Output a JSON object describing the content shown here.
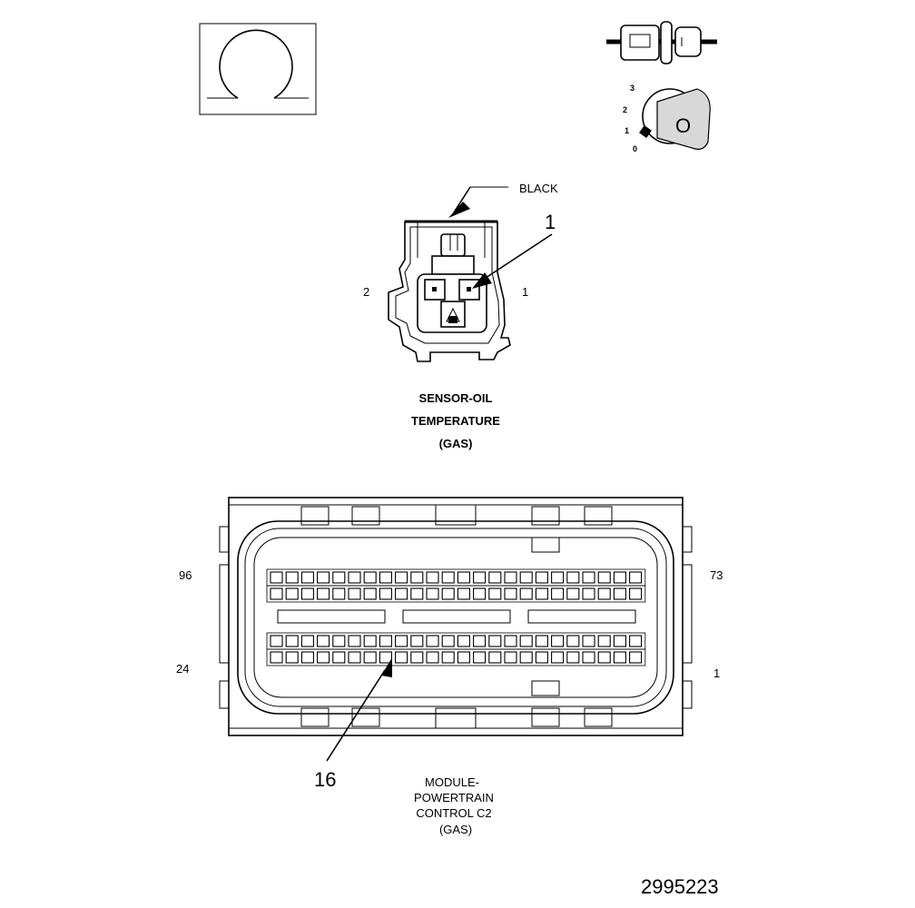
{
  "sensor": {
    "color_label": "BLACK",
    "callout": "1",
    "pin_left": "2",
    "pin_right": "1",
    "title_line1": "SENSOR-OIL",
    "title_line2": "TEMPERATURE",
    "title_line3": "(GAS)"
  },
  "key_positions": [
    "3",
    "2",
    "1",
    "0"
  ],
  "key_letter": "O",
  "pcm": {
    "pin_top_left": "96",
    "pin_bottom_left": "24",
    "pin_top_right": "73",
    "pin_bottom_right": "1",
    "callout": "16",
    "title_line1": "MODULE-",
    "title_line2": "POWERTRAIN",
    "title_line3": "CONTROL C2",
    "title_line4": "(GAS)",
    "pins_per_row": 24
  },
  "figure_number": "2995223",
  "colors": {
    "ink": "#000000",
    "paper": "#ffffff"
  }
}
